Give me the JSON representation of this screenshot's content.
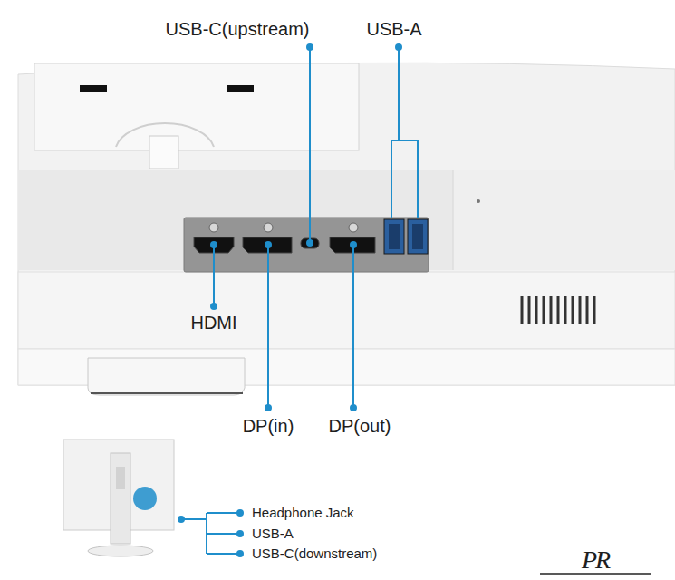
{
  "diagram": {
    "labels": [
      "USB-C(upstream)",
      "USB-A",
      "HDMI",
      "DP(in)",
      "DP(out)",
      "Headphone Jack",
      "USB-A",
      "USB-C(downstream)",
      "PR"
    ]
  }
}
